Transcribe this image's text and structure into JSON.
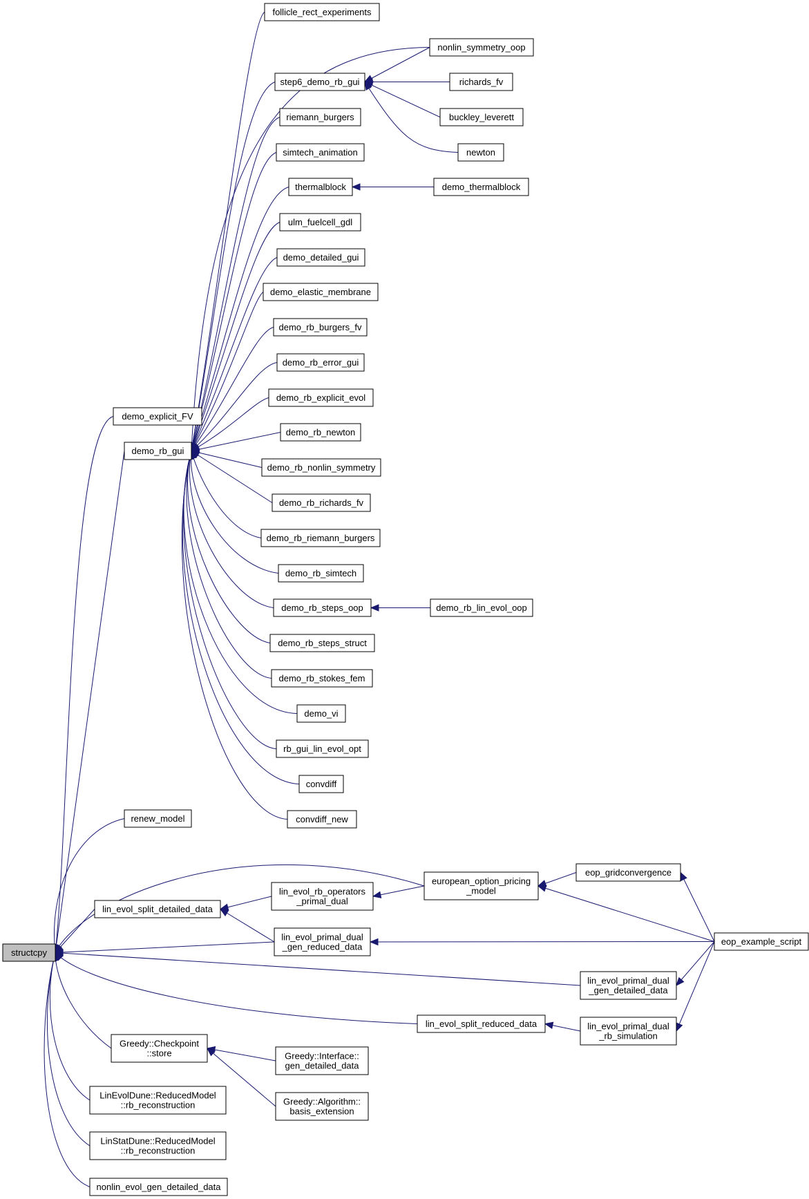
{
  "colors": {
    "edge": "#191970",
    "root_fill": "#bfbfbf",
    "node_fill": "#ffffff",
    "node_stroke": "#000000"
  },
  "nodes": [
    {
      "id": "structcpy",
      "lines": [
        "structcpy"
      ],
      "root": true
    },
    {
      "id": "demo_explicit_FV",
      "lines": [
        "demo_explicit_FV"
      ]
    },
    {
      "id": "demo_rb_gui",
      "lines": [
        "demo_rb_gui"
      ]
    },
    {
      "id": "renew_model",
      "lines": [
        "renew_model"
      ]
    },
    {
      "id": "lin_evol_split_detailed_data",
      "lines": [
        "lin_evol_split_detailed_data"
      ]
    },
    {
      "id": "greedy_checkpoint_store",
      "lines": [
        "Greedy::Checkpoint",
        "::store"
      ]
    },
    {
      "id": "linevoldune_rb_reconstruction",
      "lines": [
        "LinEvolDune::ReducedModel",
        "::rb_reconstruction"
      ]
    },
    {
      "id": "linstatdune_rb_reconstruction",
      "lines": [
        "LinStatDune::ReducedModel",
        "::rb_reconstruction"
      ]
    },
    {
      "id": "nonlin_evol_gen_detailed_data",
      "lines": [
        "nonlin_evol_gen_detailed_data"
      ]
    },
    {
      "id": "follicle_rect_experiments",
      "lines": [
        "follicle_rect_experiments"
      ]
    },
    {
      "id": "step6_demo_rb_gui",
      "lines": [
        "step6_demo_rb_gui"
      ]
    },
    {
      "id": "riemann_burgers",
      "lines": [
        "riemann_burgers"
      ]
    },
    {
      "id": "simtech_animation",
      "lines": [
        "simtech_animation"
      ]
    },
    {
      "id": "thermalblock",
      "lines": [
        "thermalblock"
      ]
    },
    {
      "id": "ulm_fuelcell_gdl",
      "lines": [
        "ulm_fuelcell_gdl"
      ]
    },
    {
      "id": "demo_detailed_gui",
      "lines": [
        "demo_detailed_gui"
      ]
    },
    {
      "id": "demo_elastic_membrane",
      "lines": [
        "demo_elastic_membrane"
      ]
    },
    {
      "id": "demo_rb_burgers_fv",
      "lines": [
        "demo_rb_burgers_fv"
      ]
    },
    {
      "id": "demo_rb_error_gui",
      "lines": [
        "demo_rb_error_gui"
      ]
    },
    {
      "id": "demo_rb_explicit_evol",
      "lines": [
        "demo_rb_explicit_evol"
      ]
    },
    {
      "id": "demo_rb_newton",
      "lines": [
        "demo_rb_newton"
      ]
    },
    {
      "id": "demo_rb_nonlin_symmetry",
      "lines": [
        "demo_rb_nonlin_symmetry"
      ]
    },
    {
      "id": "demo_rb_richards_fv",
      "lines": [
        "demo_rb_richards_fv"
      ]
    },
    {
      "id": "demo_rb_riemann_burgers",
      "lines": [
        "demo_rb_riemann_burgers"
      ]
    },
    {
      "id": "demo_rb_simtech",
      "lines": [
        "demo_rb_simtech"
      ]
    },
    {
      "id": "demo_rb_steps_oop",
      "lines": [
        "demo_rb_steps_oop"
      ]
    },
    {
      "id": "demo_rb_steps_struct",
      "lines": [
        "demo_rb_steps_struct"
      ]
    },
    {
      "id": "demo_rb_stokes_fem",
      "lines": [
        "demo_rb_stokes_fem"
      ]
    },
    {
      "id": "demo_vi",
      "lines": [
        "demo_vi"
      ]
    },
    {
      "id": "rb_gui_lin_evol_opt",
      "lines": [
        "rb_gui_lin_evol_opt"
      ]
    },
    {
      "id": "convdiff",
      "lines": [
        "convdiff"
      ]
    },
    {
      "id": "convdiff_new",
      "lines": [
        "convdiff_new"
      ]
    },
    {
      "id": "lin_evol_rb_operators_primal_dual",
      "lines": [
        "lin_evol_rb_operators",
        "_primal_dual"
      ]
    },
    {
      "id": "lin_evol_primal_dual_gen_reduced_data",
      "lines": [
        "lin_evol_primal_dual",
        "_gen_reduced_data"
      ]
    },
    {
      "id": "lin_evol_split_reduced_data",
      "lines": [
        "lin_evol_split_reduced_data"
      ]
    },
    {
      "id": "greedy_interface_gen_detailed_data",
      "lines": [
        "Greedy::Interface::",
        "gen_detailed_data"
      ]
    },
    {
      "id": "greedy_algorithm_basis_extension",
      "lines": [
        "Greedy::Algorithm::",
        "basis_extension"
      ]
    },
    {
      "id": "nonlin_symmetry_oop",
      "lines": [
        "nonlin_symmetry_oop"
      ]
    },
    {
      "id": "richards_fv",
      "lines": [
        "richards_fv"
      ]
    },
    {
      "id": "buckley_leverett",
      "lines": [
        "buckley_leverett"
      ]
    },
    {
      "id": "newton",
      "lines": [
        "newton"
      ]
    },
    {
      "id": "demo_thermalblock",
      "lines": [
        "demo_thermalblock"
      ]
    },
    {
      "id": "demo_rb_lin_evol_oop",
      "lines": [
        "demo_rb_lin_evol_oop"
      ]
    },
    {
      "id": "european_option_pricing_model",
      "lines": [
        "european_option_pricing",
        "_model"
      ]
    },
    {
      "id": "lin_evol_primal_dual_gen_detailed_data",
      "lines": [
        "lin_evol_primal_dual",
        "_gen_detailed_data"
      ]
    },
    {
      "id": "lin_evol_primal_dual_rb_simulation",
      "lines": [
        "lin_evol_primal_dual",
        "_rb_simulation"
      ]
    },
    {
      "id": "eop_gridconvergence",
      "lines": [
        "eop_gridconvergence"
      ]
    },
    {
      "id": "eop_example_script",
      "lines": [
        "eop_example_script"
      ]
    }
  ],
  "edges": [
    {
      "from": "demo_explicit_FV",
      "to": "structcpy"
    },
    {
      "from": "demo_rb_gui",
      "to": "structcpy"
    },
    {
      "from": "renew_model",
      "to": "structcpy"
    },
    {
      "from": "lin_evol_split_detailed_data",
      "to": "structcpy"
    },
    {
      "from": "greedy_checkpoint_store",
      "to": "structcpy"
    },
    {
      "from": "linevoldune_rb_reconstruction",
      "to": "structcpy"
    },
    {
      "from": "linstatdune_rb_reconstruction",
      "to": "structcpy"
    },
    {
      "from": "nonlin_evol_gen_detailed_data",
      "to": "structcpy"
    },
    {
      "from": "european_option_pricing_model",
      "to": "structcpy"
    },
    {
      "from": "lin_evol_primal_dual_gen_reduced_data",
      "to": "structcpy"
    },
    {
      "from": "lin_evol_primal_dual_gen_detailed_data",
      "to": "structcpy"
    },
    {
      "from": "lin_evol_split_reduced_data",
      "to": "structcpy"
    },
    {
      "from": "follicle_rect_experiments",
      "to": "demo_rb_gui"
    },
    {
      "from": "step6_demo_rb_gui",
      "to": "demo_rb_gui"
    },
    {
      "from": "riemann_burgers",
      "to": "demo_rb_gui"
    },
    {
      "from": "simtech_animation",
      "to": "demo_rb_gui"
    },
    {
      "from": "thermalblock",
      "to": "demo_rb_gui"
    },
    {
      "from": "ulm_fuelcell_gdl",
      "to": "demo_rb_gui"
    },
    {
      "from": "demo_detailed_gui",
      "to": "demo_rb_gui"
    },
    {
      "from": "demo_elastic_membrane",
      "to": "demo_rb_gui"
    },
    {
      "from": "demo_rb_burgers_fv",
      "to": "demo_rb_gui"
    },
    {
      "from": "demo_rb_error_gui",
      "to": "demo_rb_gui"
    },
    {
      "from": "demo_rb_explicit_evol",
      "to": "demo_rb_gui"
    },
    {
      "from": "demo_rb_newton",
      "to": "demo_rb_gui"
    },
    {
      "from": "demo_rb_nonlin_symmetry",
      "to": "demo_rb_gui"
    },
    {
      "from": "demo_rb_richards_fv",
      "to": "demo_rb_gui"
    },
    {
      "from": "demo_rb_riemann_burgers",
      "to": "demo_rb_gui"
    },
    {
      "from": "demo_rb_simtech",
      "to": "demo_rb_gui"
    },
    {
      "from": "demo_rb_steps_oop",
      "to": "demo_rb_gui"
    },
    {
      "from": "demo_rb_steps_struct",
      "to": "demo_rb_gui"
    },
    {
      "from": "demo_rb_stokes_fem",
      "to": "demo_rb_gui"
    },
    {
      "from": "demo_vi",
      "to": "demo_rb_gui"
    },
    {
      "from": "rb_gui_lin_evol_opt",
      "to": "demo_rb_gui"
    },
    {
      "from": "convdiff",
      "to": "demo_rb_gui"
    },
    {
      "from": "convdiff_new",
      "to": "demo_rb_gui"
    },
    {
      "from": "nonlin_symmetry_oop",
      "to": "demo_rb_gui"
    },
    {
      "from": "nonlin_symmetry_oop",
      "to": "step6_demo_rb_gui"
    },
    {
      "from": "richards_fv",
      "to": "step6_demo_rb_gui"
    },
    {
      "from": "buckley_leverett",
      "to": "step6_demo_rb_gui"
    },
    {
      "from": "newton",
      "to": "step6_demo_rb_gui"
    },
    {
      "from": "demo_thermalblock",
      "to": "thermalblock"
    },
    {
      "from": "demo_rb_lin_evol_oop",
      "to": "demo_rb_steps_oop"
    },
    {
      "from": "lin_evol_rb_operators_primal_dual",
      "to": "lin_evol_split_detailed_data"
    },
    {
      "from": "lin_evol_primal_dual_gen_reduced_data",
      "to": "lin_evol_split_detailed_data"
    },
    {
      "from": "european_option_pricing_model",
      "to": "lin_evol_rb_operators_primal_dual"
    },
    {
      "from": "eop_gridconvergence",
      "to": "european_option_pricing_model"
    },
    {
      "from": "eop_example_script",
      "to": "european_option_pricing_model"
    },
    {
      "from": "eop_example_script",
      "to": "eop_gridconvergence"
    },
    {
      "from": "eop_example_script",
      "to": "lin_evol_primal_dual_gen_reduced_data"
    },
    {
      "from": "eop_example_script",
      "to": "lin_evol_primal_dual_gen_detailed_data"
    },
    {
      "from": "eop_example_script",
      "to": "lin_evol_primal_dual_rb_simulation"
    },
    {
      "from": "lin_evol_primal_dual_rb_simulation",
      "to": "lin_evol_split_reduced_data"
    },
    {
      "from": "greedy_interface_gen_detailed_data",
      "to": "greedy_checkpoint_store"
    },
    {
      "from": "greedy_algorithm_basis_extension",
      "to": "greedy_checkpoint_store"
    }
  ]
}
